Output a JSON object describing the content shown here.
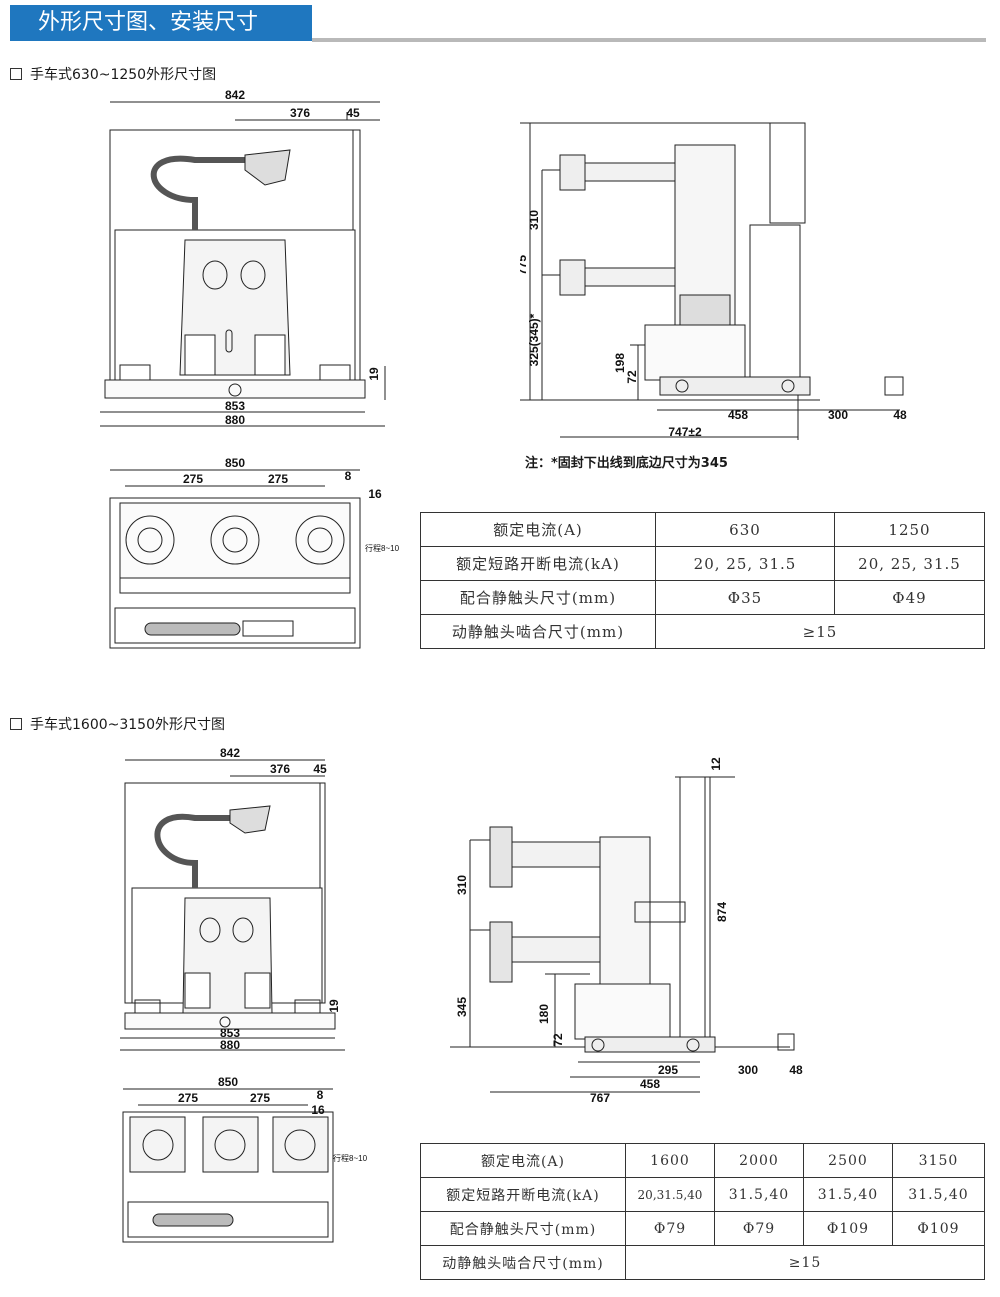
{
  "header": {
    "title": "外形尺寸图、安装尺寸"
  },
  "section1": {
    "title": "手车式630~1250外形尺寸图",
    "front_dims": {
      "d842": "842",
      "d376": "376",
      "d45": "45",
      "d853": "853",
      "d880": "880",
      "d19": "19"
    },
    "side_dims": {
      "d310": "310",
      "d775": "775",
      "d325": "325(345)*",
      "d198": "198",
      "d72": "72",
      "d458": "458",
      "d300": "300",
      "d48": "48",
      "d747": "747±2"
    },
    "top_dims": {
      "d850": "850",
      "d275a": "275",
      "d275b": "275",
      "d8": "8",
      "d16": "16",
      "travel": "行程8~10"
    },
    "note": "注：*固封下出线到底边尺寸为345",
    "table": {
      "rows": [
        [
          "额定电流(A)",
          "630",
          "1250"
        ],
        [
          "额定短路开断电流(kA)",
          "20, 25, 31.5",
          "20, 25, 31.5"
        ],
        [
          "配合静触头尺寸(mm)",
          "Φ35",
          "Φ49"
        ],
        [
          "动静触头啮合尺寸(mm)",
          "≥15"
        ]
      ]
    }
  },
  "section2": {
    "title": "手车式1600~3150外形尺寸图",
    "front_dims": {
      "d842": "842",
      "d376": "376",
      "d45": "45",
      "d853": "853",
      "d880": "880",
      "d19": "19"
    },
    "side_dims": {
      "d12": "12",
      "d310": "310",
      "d874": "874",
      "d345": "345",
      "d180": "180",
      "d72": "72",
      "d295": "295",
      "d300": "300",
      "d48": "48",
      "d458": "458",
      "d767": "767"
    },
    "top_dims": {
      "d850": "850",
      "d275a": "275",
      "d275b": "275",
      "d8": "8",
      "d16": "16",
      "travel": "行程8~10"
    },
    "table": {
      "rows": [
        [
          "额定电流(A)",
          "1600",
          "2000",
          "2500",
          "3150"
        ],
        [
          "额定短路开断电流(kA)",
          "20,31.5,40",
          "31.5,40",
          "31.5,40",
          "31.5,40"
        ],
        [
          "配合静触头尺寸(mm)",
          "Φ79",
          "Φ79",
          "Φ109",
          "Φ109"
        ],
        [
          "动静触头啮合尺寸(mm)",
          "≥15"
        ]
      ]
    }
  }
}
